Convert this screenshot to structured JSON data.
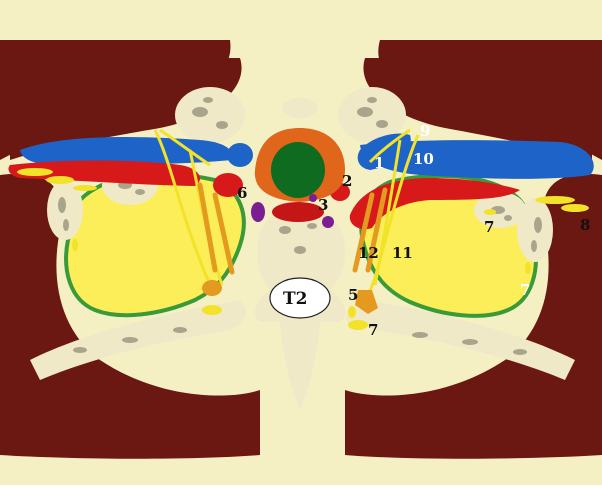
{
  "figure": {
    "vertebra_label": "T2",
    "labels": {
      "n1": "1",
      "n2": "2",
      "n3": "3",
      "n5": "5",
      "n6": "6",
      "n7a": "7",
      "n7b": "7",
      "n7c": "7",
      "n8": "8",
      "n9": "9",
      "n10": "10",
      "n11": "11",
      "n12": "12"
    }
  },
  "colors": {
    "muscle": "#6b1712",
    "fat": "#f5f0c4",
    "bone": "#efe9c8",
    "bone_spot": "#a9a48c",
    "lung": "#fbee58",
    "pleura": "#3a9a3a",
    "vein": "#1e64c8",
    "artery": "#d71919",
    "trachea": "#0f6b1f",
    "esophagus": "#e0661b",
    "nerve": "#f2e22a",
    "sympathetic": "#e39a1e",
    "lymph": "#7a1e92"
  }
}
